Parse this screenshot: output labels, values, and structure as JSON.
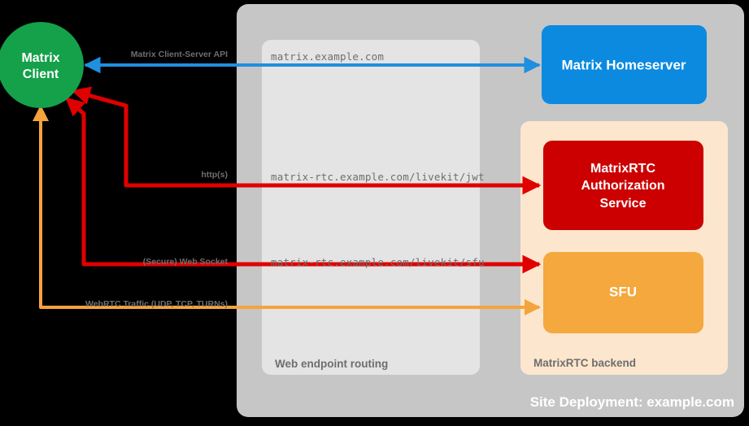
{
  "diagram": {
    "title": "Site Deployment: example.com",
    "colors": {
      "background": "#000000",
      "site_container": "#c6c6c6",
      "routing_container": "#e4e4e4",
      "backend_container": "#fce6cd",
      "client": "#15a04a",
      "homeserver": "#0b8ae0",
      "auth_service": "#cc0000",
      "sfu": "#f4a83d",
      "blue_arrow": "#1f8fe0",
      "red_arrow": "#e00000",
      "orange_arrow": "#f5a33c",
      "group_label_text": "#6e6e6e",
      "site_label_text": "#ffffff"
    },
    "client": {
      "line1": "Matrix",
      "line2": "Client"
    },
    "containers": [
      {
        "id": "site",
        "label": "Site Deployment: example.com"
      },
      {
        "id": "routing",
        "label": "Web endpoint routing"
      },
      {
        "id": "backend",
        "label": "MatrixRTC backend"
      }
    ],
    "nodes": [
      {
        "id": "homeserver",
        "label": "Matrix Homeserver",
        "lines": [
          "Matrix Homeserver"
        ]
      },
      {
        "id": "auth",
        "label": "MatrixRTC Authorization Service",
        "lines": [
          "MatrixRTC",
          "Authorization",
          "Service"
        ]
      },
      {
        "id": "sfu",
        "label": "SFU",
        "lines": [
          "SFU"
        ]
      }
    ],
    "edges": [
      {
        "id": "cs-api",
        "protocol_label": "Matrix Client-Server API",
        "endpoint": "matrix.example.com",
        "color": "#1f8fe0",
        "from": "Matrix Client",
        "to": "Matrix Homeserver"
      },
      {
        "id": "jwt",
        "protocol_label": "http(s)",
        "endpoint": "matrix-rtc.example.com/livekit/jwt",
        "color": "#e00000",
        "from": "Matrix Client",
        "to": "MatrixRTC Authorization Service"
      },
      {
        "id": "websocket",
        "protocol_label": "(Secure) Web Socket",
        "endpoint": "matrix-rtc.example.com/livekit/sfu",
        "color": "#e00000",
        "from": "Matrix Client",
        "to": "SFU"
      },
      {
        "id": "webrtc",
        "protocol_label": "WebRTC Traffic (UDP, TCP, TURNs)",
        "endpoint": "",
        "color": "#f5a33c",
        "from": "Matrix Client",
        "to": "SFU"
      }
    ]
  }
}
